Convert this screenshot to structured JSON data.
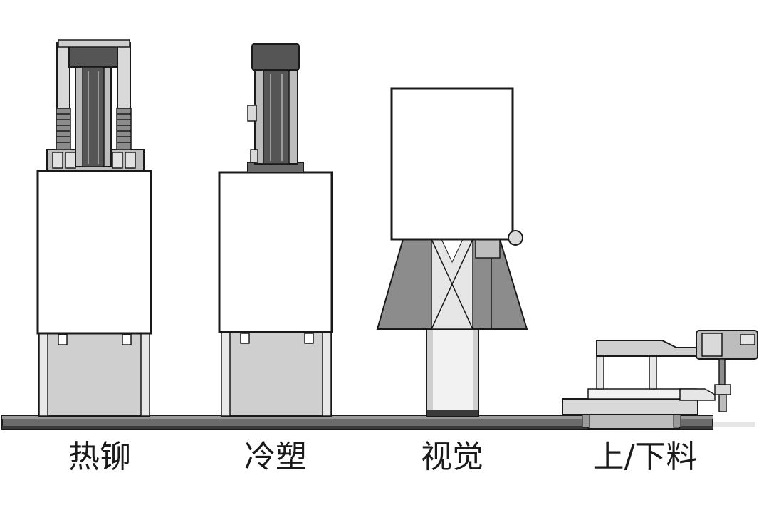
{
  "stations": [
    {
      "label": "热铆"
    },
    {
      "label": "冷塑"
    },
    {
      "label": "视觉"
    },
    {
      "label": "上/下料"
    }
  ],
  "colors": {
    "outline": "#1a1a1a",
    "panel": "#ffffff",
    "shade_light": "#d9d9d9",
    "shade_mid": "#b3b3b3",
    "shade_dark": "#7a7a7a",
    "motor_dark": "#555555",
    "base_rail": "#6b6b6b"
  }
}
